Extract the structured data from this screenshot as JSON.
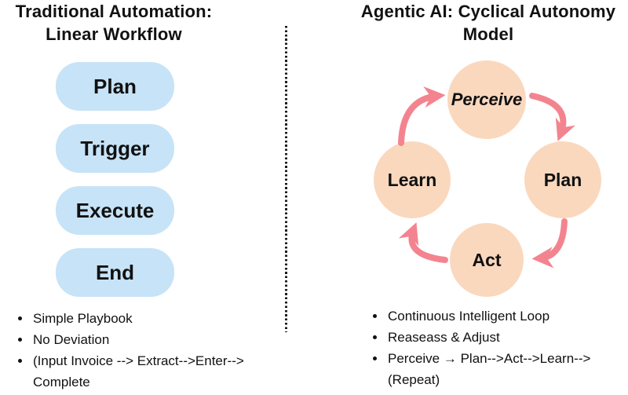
{
  "colors": {
    "box-blue": "#C7E3F7",
    "circle-peach": "#FAD8BE",
    "arrow-pink": "#F3848F",
    "text-dark": "#111111",
    "divider-dark": "#1a1a1a"
  },
  "left": {
    "title_lines": [
      "Traditional Automation:",
      "Linear Workflow"
    ],
    "steps": [
      "Plan",
      "Trigger",
      "Execute",
      "End"
    ],
    "bullets": [
      "Simple Playbook",
      "No Deviation",
      "(Input Invoice --> Extract-->Enter--> Complete"
    ]
  },
  "right": {
    "title_lines": [
      "Agentic AI: Cyclical Autonomy",
      "Model"
    ],
    "circles": {
      "top": "Perceive",
      "right": "Plan",
      "bottom": "Act",
      "left": "Learn"
    },
    "bullets": [
      "Continuous Intelligent Loop",
      "Reaseass & Adjust",
      "Perceive → Plan-->Act-->Learn--> (Repeat)"
    ]
  }
}
